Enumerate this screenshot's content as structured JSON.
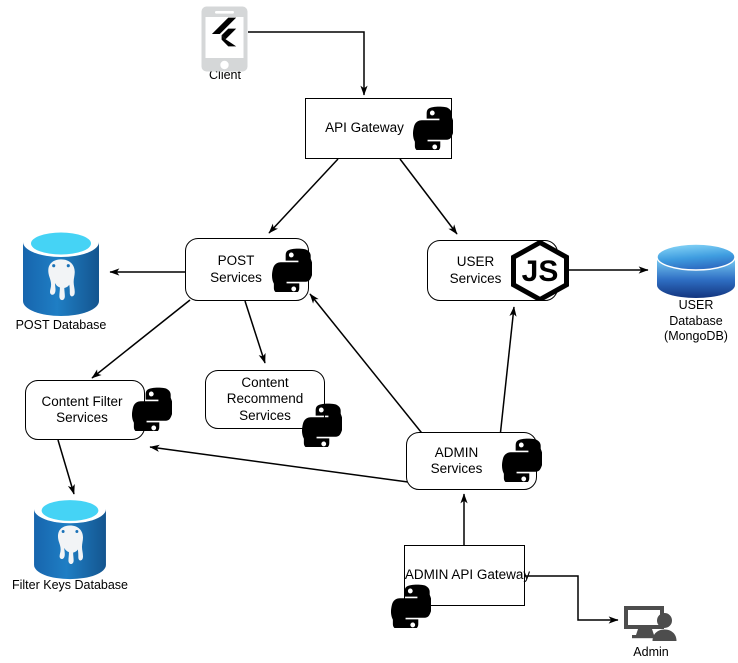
{
  "diagram": {
    "title": "Microservices Architecture Diagram",
    "background": "#ffffff",
    "stroke": "#000000",
    "colors": {
      "postgres_body": "#1a72b8",
      "postgres_top": "#45d3f5",
      "mongo_top": "#5bc8f5",
      "mongo_body": "#1b4da0",
      "phone_gray": "#d5d7d8",
      "admin_gray": "#4d4d4d",
      "python_black": "#000000"
    }
  },
  "nodes": {
    "client": {
      "label": "Client",
      "icon": "flutter-icon",
      "device": "mobile-phone-icon",
      "shape": "device"
    },
    "api_gateway": {
      "label": "API Gateway",
      "icon": "python-icon",
      "shape": "rectangle"
    },
    "post_services": {
      "label": "POST\nServices",
      "icon": "python-icon",
      "shape": "rounded-rectangle"
    },
    "user_services": {
      "label": "USER\nServices",
      "icon": "nodejs-icon",
      "shape": "rounded-rectangle"
    },
    "post_database": {
      "label": "POST Database",
      "icon": "postgresql-icon",
      "shape": "cylinder"
    },
    "user_database": {
      "label": "USER\nDatabase\n(MongoDB)",
      "icon": "mongodb-icon",
      "shape": "cylinder"
    },
    "content_filter_services": {
      "label": "Content Filter\nServices",
      "icon": "python-icon",
      "shape": "rounded-rectangle"
    },
    "content_recommend_services": {
      "label": "Content Recommend\nServices",
      "icon": "python-icon",
      "shape": "rounded-rectangle"
    },
    "filter_keys_database": {
      "label": "Filter Keys Database",
      "icon": "postgresql-icon",
      "shape": "cylinder"
    },
    "admin_services": {
      "label": "ADMIN\nServices",
      "icon": "python-icon",
      "shape": "rounded-rectangle"
    },
    "admin_api_gateway": {
      "label": "ADMIN API Gateway",
      "icon": "python-icon",
      "shape": "rectangle"
    },
    "admin": {
      "label": "Admin",
      "icon": "admin-user-icon",
      "shape": "actor"
    }
  },
  "edges": [
    {
      "from": "client",
      "to": "api_gateway",
      "style": "orthogonal",
      "arrow": "end"
    },
    {
      "from": "api_gateway",
      "to": "post_services",
      "style": "straight",
      "arrow": "end"
    },
    {
      "from": "api_gateway",
      "to": "user_services",
      "style": "straight",
      "arrow": "end"
    },
    {
      "from": "post_services",
      "to": "post_database",
      "style": "straight",
      "arrow": "end"
    },
    {
      "from": "user_services",
      "to": "user_database",
      "style": "straight",
      "arrow": "end"
    },
    {
      "from": "post_services",
      "to": "content_filter_services",
      "style": "straight",
      "arrow": "end"
    },
    {
      "from": "post_services",
      "to": "content_recommend_services",
      "style": "straight",
      "arrow": "end"
    },
    {
      "from": "content_filter_services",
      "to": "filter_keys_database",
      "style": "straight",
      "arrow": "end"
    },
    {
      "from": "admin_services",
      "to": "post_services",
      "style": "straight",
      "arrow": "end"
    },
    {
      "from": "admin_services",
      "to": "user_services",
      "style": "straight",
      "arrow": "end"
    },
    {
      "from": "admin_services",
      "to": "content_filter_services",
      "style": "straight",
      "arrow": "end"
    },
    {
      "from": "admin_api_gateway",
      "to": "admin_services",
      "style": "straight",
      "arrow": "end"
    },
    {
      "from": "admin_api_gateway",
      "to": "admin",
      "style": "orthogonal",
      "arrow": "end"
    }
  ]
}
